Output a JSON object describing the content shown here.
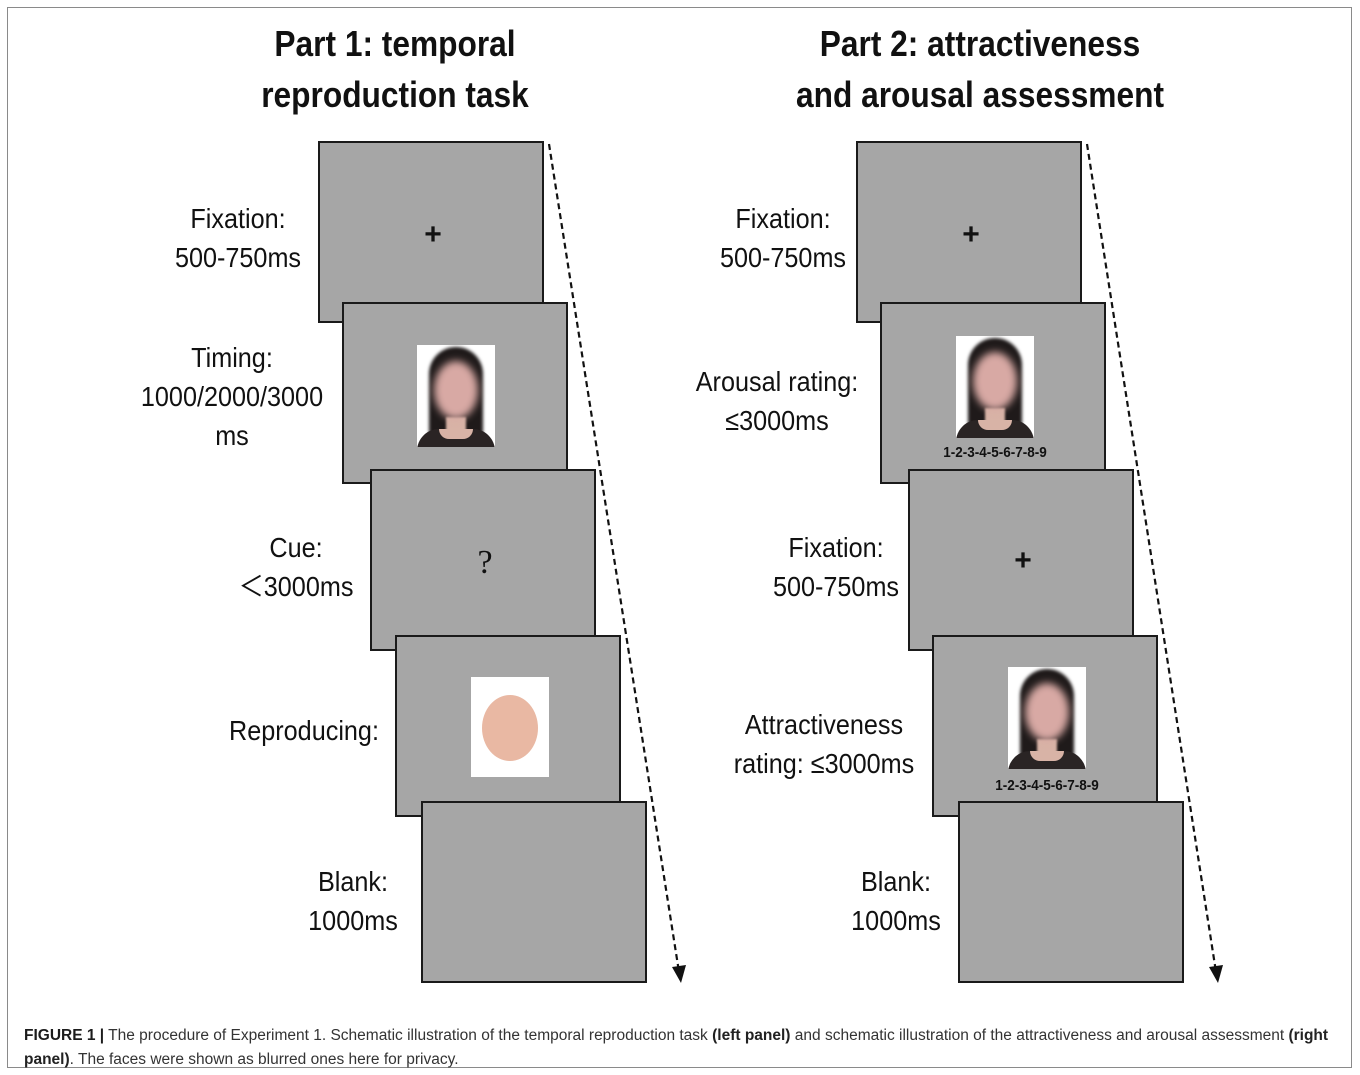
{
  "left_panel": {
    "title_line1": "Part 1: temporal",
    "title_line2": "reproduction task",
    "steps": [
      {
        "label": [
          "Fixation:",
          "500-750ms"
        ],
        "content": "+"
      },
      {
        "label": [
          "Timing:",
          "1000/2000/3000",
          "ms"
        ],
        "content": "face-image"
      },
      {
        "label": [
          "Cue:",
          "＜3000ms"
        ],
        "content": "?"
      },
      {
        "label": [
          "Reproducing:"
        ],
        "content": "oval-patch"
      },
      {
        "label": [
          "Blank:",
          "1000ms"
        ],
        "content": ""
      }
    ]
  },
  "right_panel": {
    "title_line1": "Part 2: attractiveness",
    "title_line2": "and arousal assessment",
    "steps": [
      {
        "label": [
          "Fixation:",
          "500-750ms"
        ],
        "content": "+"
      },
      {
        "label": [
          "Arousal rating:",
          "≤3000ms"
        ],
        "content": "face-image",
        "scale": "1-2-3-4-5-6-7-8-9"
      },
      {
        "label": [
          "Fixation:",
          "500-750ms"
        ],
        "content": "+"
      },
      {
        "label": [
          "Attractiveness",
          "rating: ≤3000ms"
        ],
        "content": "face-image",
        "scale": "1-2-3-4-5-6-7-8-9"
      },
      {
        "label": [
          "Blank:",
          "1000ms"
        ],
        "content": ""
      }
    ]
  },
  "caption": {
    "figure_label": "FIGURE 1 |",
    "text_1": " The procedure of Experiment 1. Schematic illustration of the temporal reproduction task ",
    "left_ref": "(left panel)",
    "text_2": " and schematic illustration of the attractiveness and arousal assessment ",
    "right_ref": "(right panel)",
    "text_3": ". The faces were shown as blurred ones here for privacy."
  },
  "colors": {
    "screen_fill": "#a6a6a6",
    "screen_border": "#1a1a1a",
    "patch_oval": "#e9b8a3",
    "caption_text": "#333333"
  }
}
